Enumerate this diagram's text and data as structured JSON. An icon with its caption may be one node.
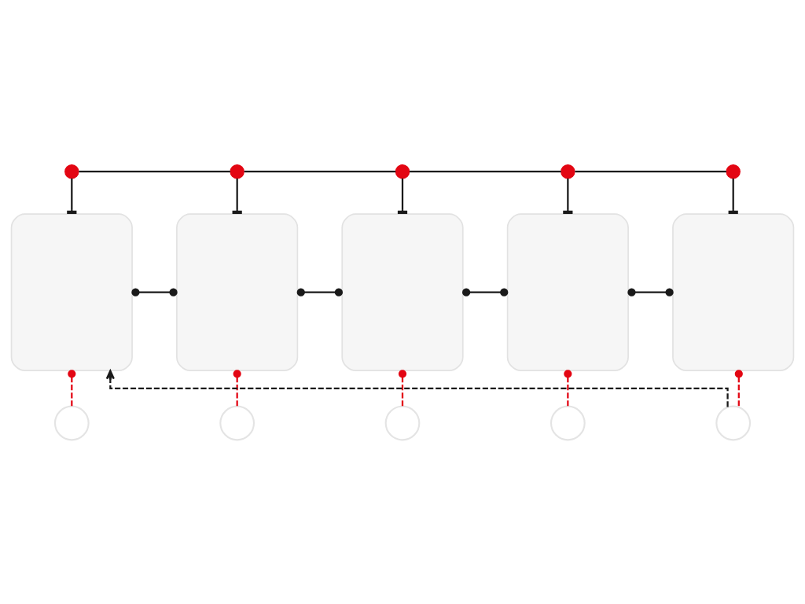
{
  "diagram": {
    "nodes": [
      {
        "text": [],
        "shape": "circle"
      },
      {
        "text": [],
        "shape": "circle"
      },
      {
        "text": [],
        "shape": "circle"
      },
      {
        "text": [],
        "shape": "circle"
      },
      {
        "text": [],
        "shape": "circle"
      },
      {
        "text": [],
        "shape": "box"
      },
      {
        "text": [],
        "shape": "box"
      },
      {
        "text": [],
        "shape": "box"
      },
      {
        "text": [],
        "shape": "box"
      },
      {
        "text": [],
        "shape": "box"
      },
      {
        "text": [],
        "shape": "circle"
      },
      {
        "text": [],
        "shape": "circle"
      },
      {
        "text": [],
        "shape": "circle"
      },
      {
        "text": [],
        "shape": "circle"
      },
      {
        "text": [],
        "shape": "circle"
      }
    ],
    "edges": [
      {
        "from": 0,
        "to": 1,
        "arrow": "none"
      },
      {
        "from": 1,
        "to": 2,
        "arrow": "none"
      },
      {
        "from": 2,
        "to": 3,
        "arrow": "none"
      },
      {
        "from": 3,
        "to": 4,
        "arrow": "none"
      },
      {
        "from": 0,
        "to": 5,
        "arrow": "other"
      },
      {
        "from": 1,
        "to": 6,
        "arrow": "other"
      },
      {
        "from": 2,
        "to": 7,
        "arrow": "other"
      },
      {
        "from": 3,
        "to": 8,
        "arrow": "other"
      },
      {
        "from": 4,
        "to": 9,
        "arrow": "other"
      },
      {
        "from": 5,
        "to": 6,
        "arrow": "other"
      },
      {
        "from": 6,
        "to": 7,
        "arrow": "other"
      },
      {
        "from": 7,
        "to": 8,
        "arrow": "other"
      },
      {
        "from": 8,
        "to": 9,
        "arrow": "other"
      },
      {
        "from": 5,
        "to": 10,
        "arrow": "other",
        "style": "dashed",
        "color": "#e30613"
      },
      {
        "from": 6,
        "to": 11,
        "arrow": "other",
        "style": "dashed",
        "color": "#e30613"
      },
      {
        "from": 7,
        "to": 12,
        "arrow": "other",
        "style": "dashed",
        "color": "#e30613"
      },
      {
        "from": 8,
        "to": 13,
        "arrow": "other",
        "style": "dashed",
        "color": "#e30613"
      },
      {
        "from": 9,
        "to": 14,
        "arrow": "other",
        "style": "dashed",
        "color": "#e30613"
      },
      {
        "from": 14,
        "to": 5,
        "arrow": "to",
        "style": "dashed"
      }
    ]
  }
}
